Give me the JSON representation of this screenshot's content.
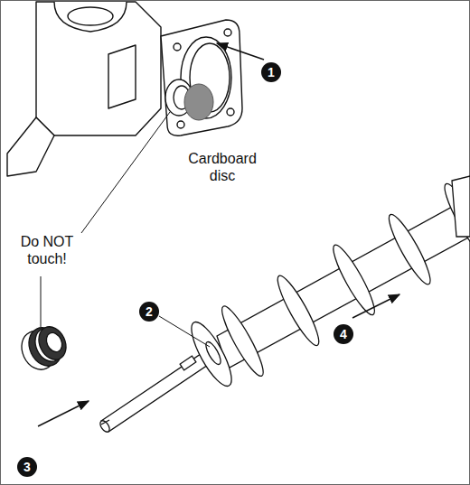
{
  "diagram": {
    "labels": [
      "Cardboard disc",
      "Do NOT touch!",
      "1",
      "2",
      "3",
      "4"
    ]
  }
}
